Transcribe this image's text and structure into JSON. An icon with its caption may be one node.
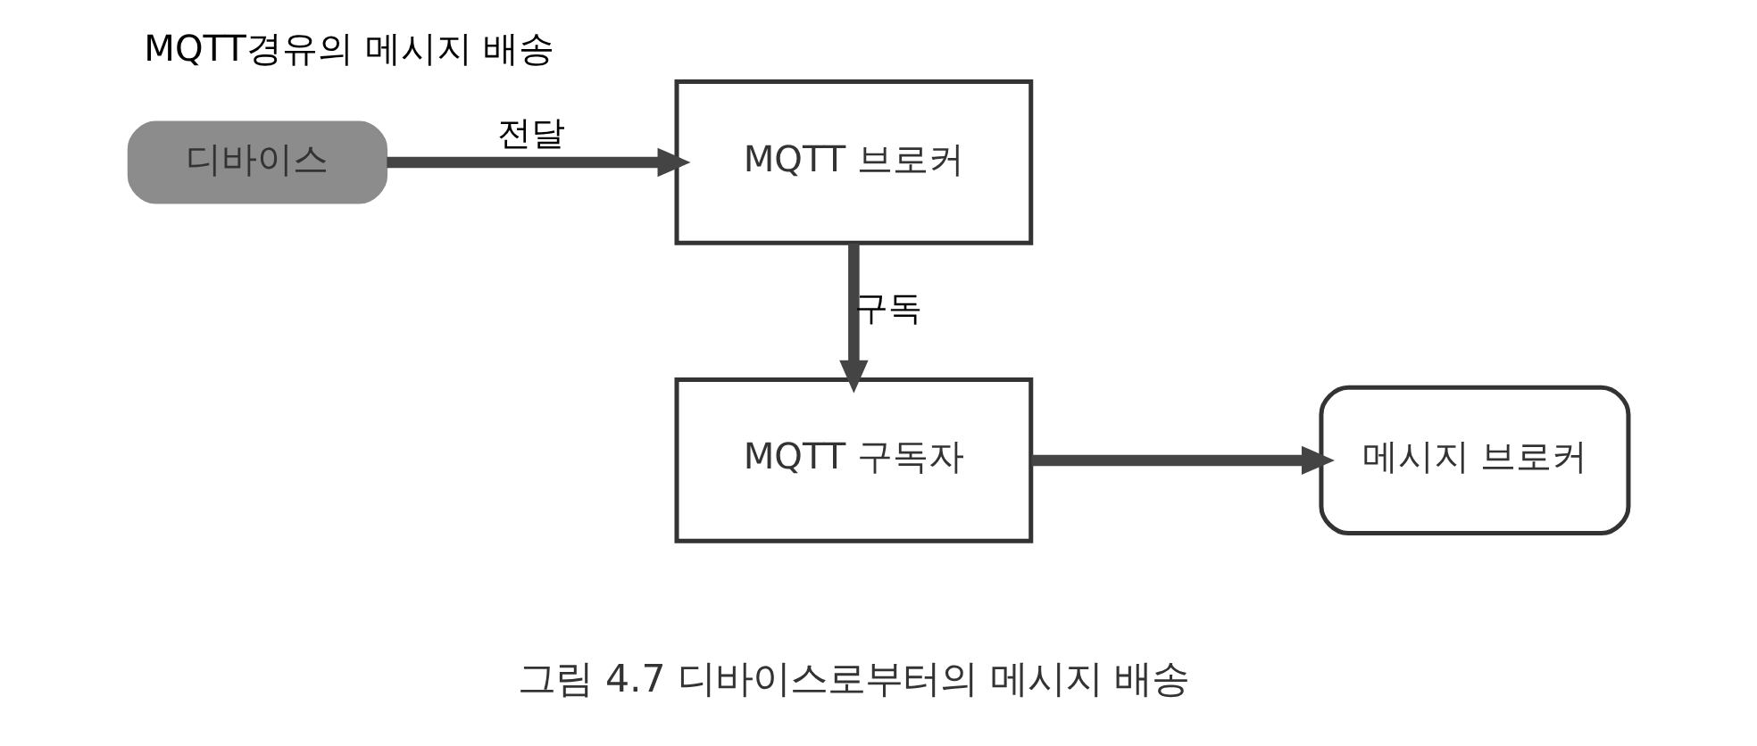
{
  "diagram": {
    "title": "MQTT경유의 메시지 배송",
    "caption": "그림 4.7 디바이스로부터의 메시지 배송",
    "nodes": [
      {
        "text": [
          "디바이스"
        ]
      },
      {
        "text": [
          "MQTT 브로커"
        ]
      },
      {
        "text": [
          "MQTT 구독자"
        ]
      },
      {
        "text": [
          "메시지 브로커"
        ]
      }
    ],
    "edges": [
      {
        "from": 0,
        "to": 1,
        "arrow": "to",
        "label": "전달"
      },
      {
        "from": 1,
        "to": 2,
        "arrow": "to",
        "label": "구독"
      },
      {
        "from": 2,
        "to": 3,
        "arrow": "to"
      }
    ]
  }
}
